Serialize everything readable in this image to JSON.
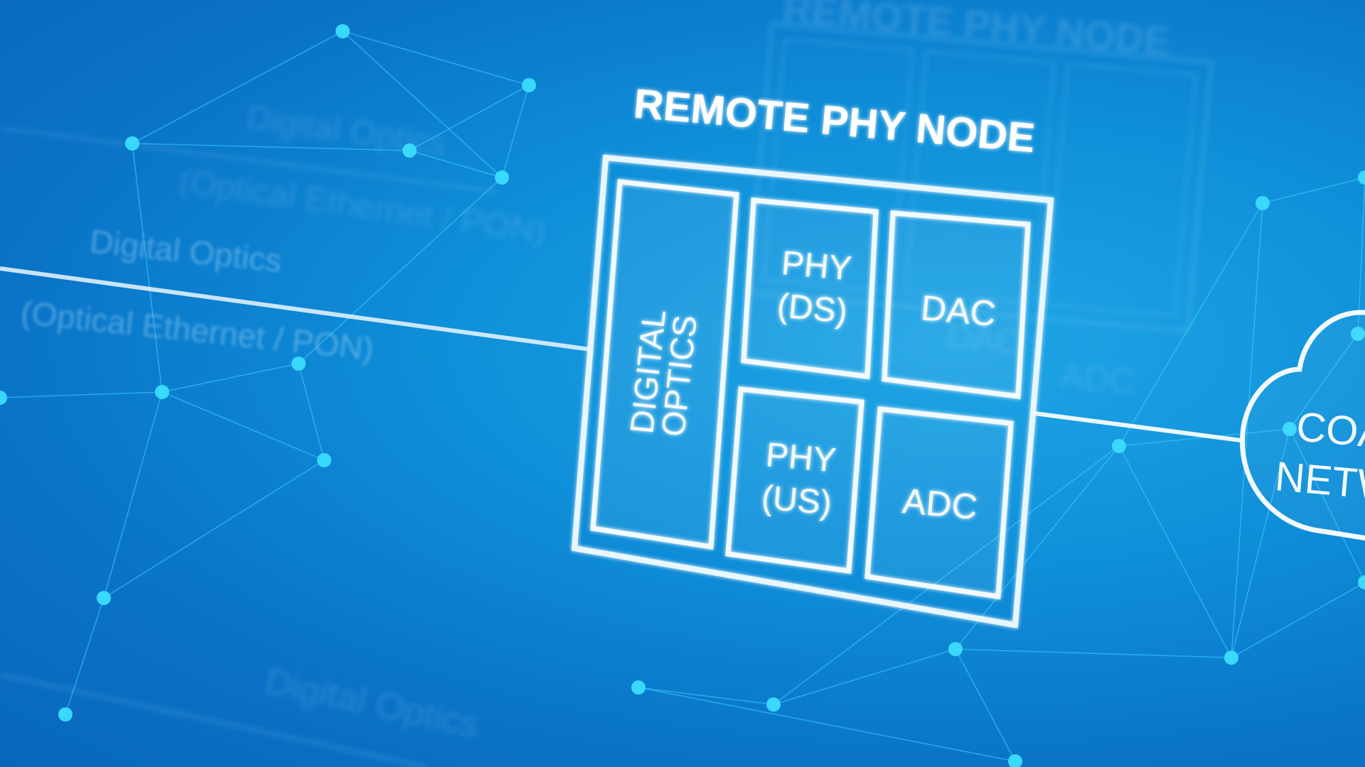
{
  "diagram": {
    "title": "REMOTE PHY NODE",
    "blocks": {
      "digital_optics_line1": "DIGITAL",
      "digital_optics_line2": "OPTICS",
      "phy_ds_line1": "PHY",
      "phy_ds_line2": "(DS)",
      "dac": "DAC",
      "phy_us_line1": "PHY",
      "phy_us_line2": "(US)",
      "adc": "ADC"
    },
    "cloud_line1": "COA",
    "cloud_line2": "NETW",
    "background_labels": {
      "top_right": "REMOTE PHY NODE",
      "optics_1": "Digital Optics",
      "ethernet_1": "(Optical Ethernet / PON)",
      "optics_2": "Digital Optics",
      "ethernet_2": "(Optical Ethernet / PON)",
      "optics_3": "Digital Optics",
      "ghost_dac": "DAC",
      "ghost_adc": "ADC"
    }
  },
  "colors": {
    "background": "#0f8fd9",
    "lines": "#eaf7ff",
    "mesh": "#39d8ff"
  }
}
